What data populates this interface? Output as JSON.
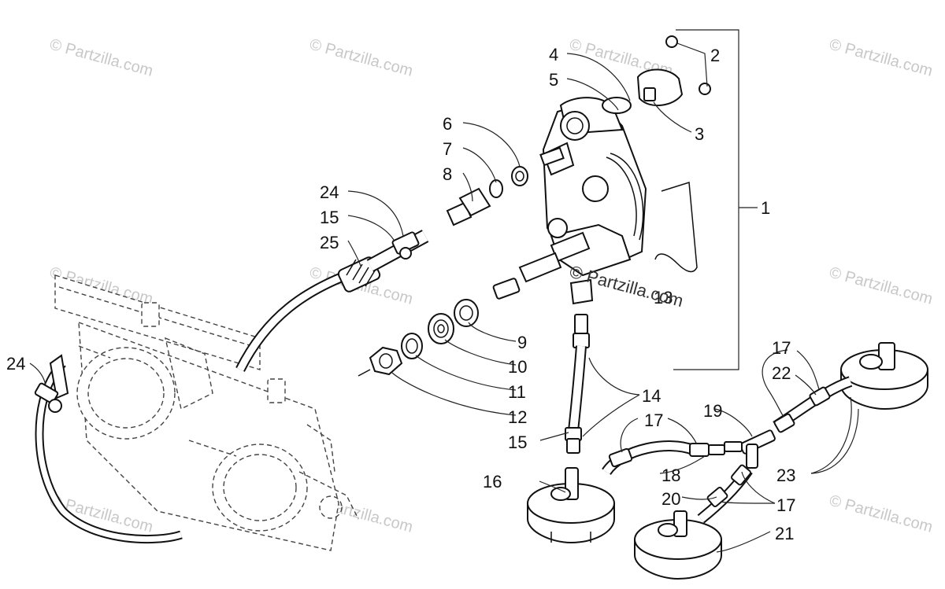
{
  "watermark": {
    "text": "© Partzilla.com",
    "center_text": "© Partzilla.com"
  },
  "callouts": {
    "c1": "1",
    "c2": "2",
    "c3": "3",
    "c4": "4",
    "c5": "5",
    "c6": "6",
    "c7": "7",
    "c8": "8",
    "c9": "9",
    "c10": "10",
    "c11": "11",
    "c12": "12",
    "c13": "13",
    "c14": "14",
    "c15a": "15",
    "c15b": "15",
    "c16": "16",
    "c17a": "17",
    "c17b": "17",
    "c17c": "17",
    "c18": "18",
    "c19": "19",
    "c20": "20",
    "c21": "21",
    "c22": "22",
    "c23": "23",
    "c24a": "24",
    "c24b": "24",
    "c25": "25"
  },
  "colors": {
    "line": "#111111",
    "watermark": "#c8c8c8",
    "background": "#ffffff"
  }
}
